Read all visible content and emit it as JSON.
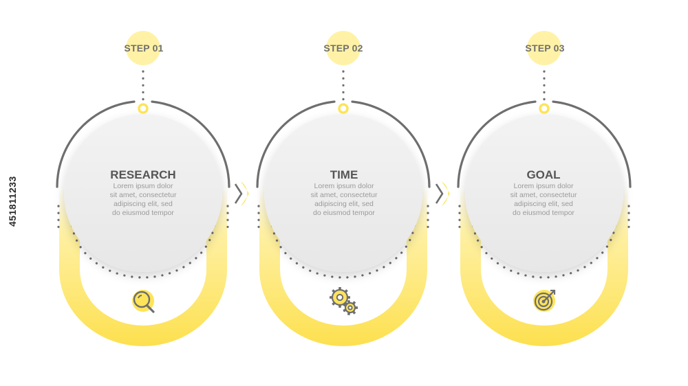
{
  "steps": [
    {
      "step_label": "STEP 01",
      "title": "RESEARCH",
      "description": [
        "Lorem ipsum dolor",
        "sit amet, consectetur",
        "adipiscing elit, sed",
        "do eiusmod tempor"
      ],
      "icon": "magnifier-icon"
    },
    {
      "step_label": "STEP 02",
      "title": "TIME",
      "description": [
        "Lorem ipsum dolor",
        "sit amet, consectetur",
        "adipiscing elit, sed",
        "do eiusmod tempor"
      ],
      "icon": "gears-icon"
    },
    {
      "step_label": "STEP 03",
      "title": "GOAL",
      "description": [
        "Lorem ipsum dolor",
        "sit amet, consectetur",
        "adipiscing elit, sed",
        "do eiusmod tempor"
      ],
      "icon": "target-icon"
    }
  ],
  "stock_id": "451811233",
  "colors": {
    "accent": "#fde45a",
    "accent_light": "#fff2a6",
    "line": "#6e6e6e",
    "text": "#555555",
    "muted": "#9a9a9a",
    "circle": "#eeeeee"
  }
}
